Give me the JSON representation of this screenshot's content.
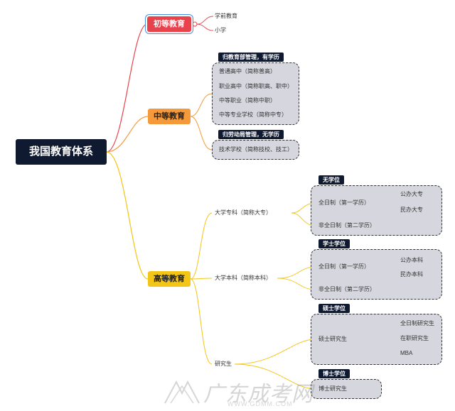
{
  "root": "我国教育体系",
  "primary": {
    "label": "初等教育",
    "items": [
      "学前教育",
      "小学"
    ]
  },
  "middle": {
    "label": "中等教育",
    "group1": {
      "tag": "归教育部管理，有学历",
      "items": [
        "普通高中（简称普高）",
        "职业高中（简称职高、职中）",
        "中等职业（简称中职）",
        "中等专业学校（简称中专）"
      ]
    },
    "group2": {
      "tag": "归劳动局管理，无学历",
      "items": [
        "技术学校（简称技校、技工）"
      ]
    }
  },
  "higher": {
    "label": "高等教育",
    "zhuanke": {
      "label": "大学专科（简称大专）",
      "tag": "无学位",
      "fulltime": "全日制（第一学历）",
      "parttime": "非全日制（第二学历）",
      "sub": [
        "公办大专",
        "民办大专"
      ]
    },
    "benke": {
      "label": "大学本科（简称本科）",
      "tag": "学士学位",
      "fulltime": "全日制（第一学历）",
      "parttime": "非全日制（第二学历）",
      "sub": [
        "公办本科",
        "民办本科"
      ]
    },
    "grad": {
      "label": "研究生",
      "master": {
        "tag": "硕士学位",
        "label": "硕士研究生",
        "sub": [
          "全日制研究生",
          "在职研究生",
          "MBA"
        ]
      },
      "phd": {
        "tag": "博士学位",
        "label": "博士研究生"
      }
    }
  },
  "watermark": {
    "brand": "广东成考网",
    "url": "WWW.GDMM.COM"
  },
  "colors": {
    "root": "#0f1a30",
    "primary": "#e8424d",
    "middle": "#f59a3a",
    "higher": "#f3c516",
    "box": "#d6d6de"
  }
}
